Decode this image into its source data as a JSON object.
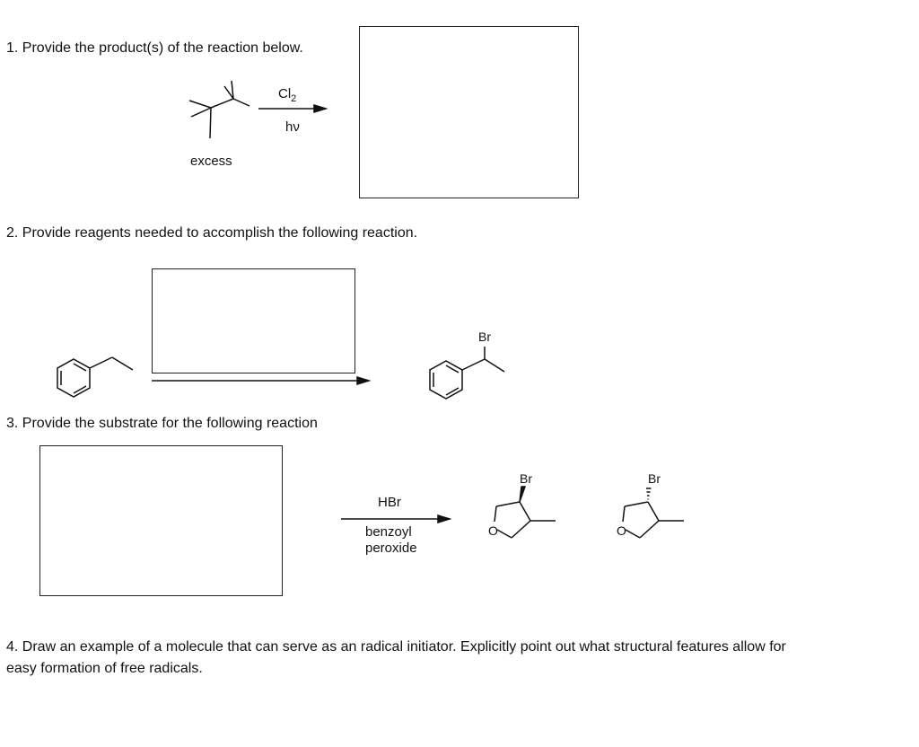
{
  "questions": {
    "q1": "1. Provide the product(s) of the reaction below.",
    "q2": "2. Provide reagents needed to accomplish the following reaction.",
    "q3": "3. Provide the substrate for the following reaction",
    "q4_line1": "4. Draw an example of a molecule that can serve as an radical initiator. Explicitly point out what structural features allow for",
    "q4_line2": "easy formation of free radicals."
  },
  "reaction1": {
    "reagent_main": "Cl",
    "reagent_sub": "2",
    "condition": "hν",
    "substrate_note": "excess"
  },
  "reaction2": {
    "product_atom": "Br"
  },
  "reaction3": {
    "reagent_top": "HBr",
    "reagent_bottom_line1": "benzoyl",
    "reagent_bottom_line2": "peroxide",
    "product1_atom_br": "Br",
    "product1_atom_o": "O",
    "product2_atom_br": "Br",
    "product2_atom_o": "O"
  }
}
